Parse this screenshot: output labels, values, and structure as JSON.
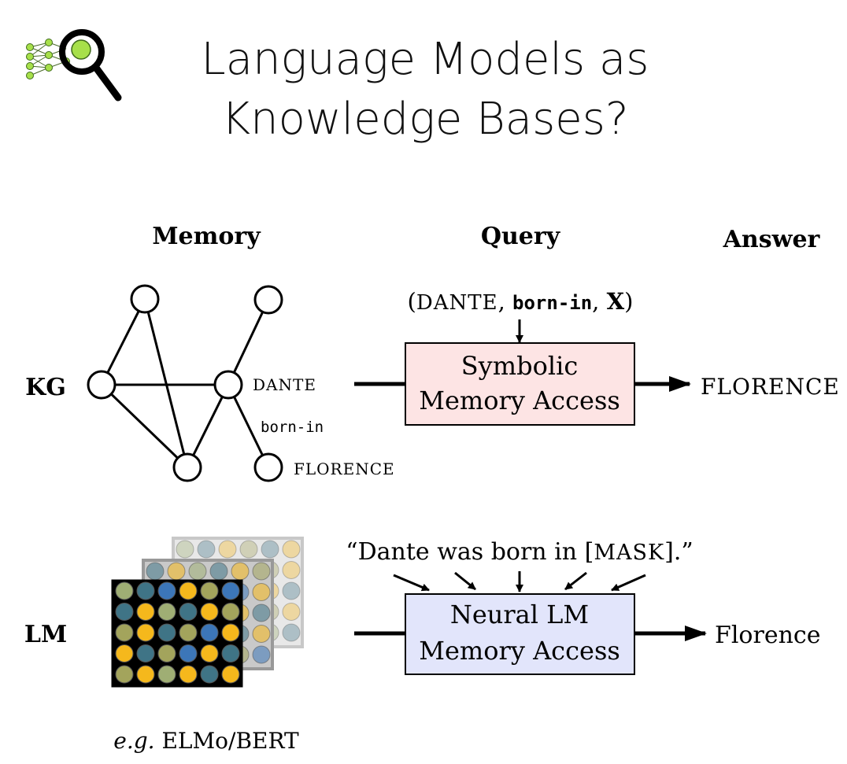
{
  "title": {
    "line1": "Language Models as",
    "line2": "Knowledge Bases?"
  },
  "column_headers": {
    "memory": "Memory",
    "query": "Query",
    "answer": "Answer"
  },
  "rows": {
    "kg": {
      "label": "KG",
      "graph_labels": {
        "dante": "DANTE",
        "relation": "born-in",
        "florence": "FLORENCE"
      },
      "query": {
        "open": "(",
        "subject": "DANTE",
        "sep1": ", ",
        "relation": "born-in",
        "sep2": ", ",
        "object": "X",
        "close": ")"
      },
      "box": {
        "line1": "Symbolic",
        "line2": "Memory Access",
        "fill": "#fde4e4"
      },
      "answer": "FLORENCE"
    },
    "lm": {
      "label": "LM",
      "query": {
        "prefix": "“Dante was born in [",
        "mask": "MASK",
        "suffix": "].”"
      },
      "box": {
        "line1": "Neural LM",
        "line2": "Memory Access",
        "fill": "#e2e5fb"
      },
      "answer": "Florence",
      "caption": {
        "italic": "e.g.",
        "text": "ELMo/BERT"
      }
    }
  },
  "colors": {
    "cell_yellow": "#f5b81c",
    "cell_olive": "#a3a45c",
    "cell_teal": "#3f7486",
    "cell_blue": "#3c76b8",
    "cell_sage": "#9fae74",
    "logo_green": "#a7e04a"
  },
  "icons": {
    "logo": "magnifier-network-icon"
  }
}
